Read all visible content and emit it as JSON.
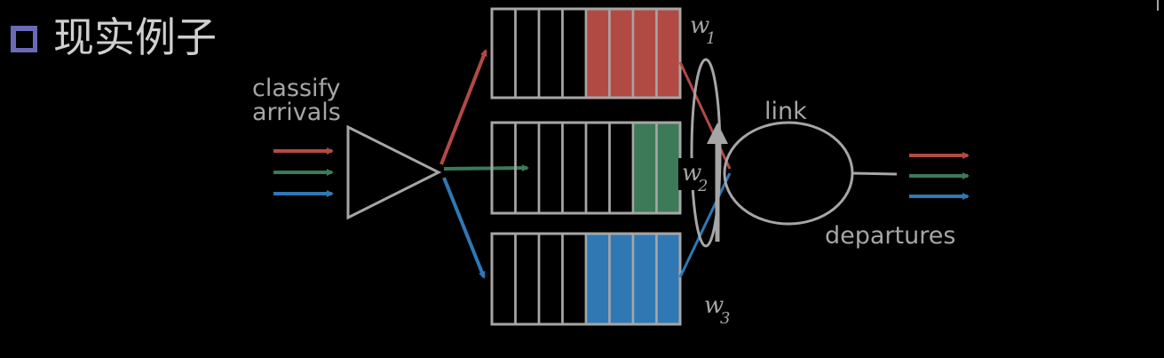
{
  "title": {
    "bullet_icon": "square-bullet-icon",
    "text": "现实例子"
  },
  "labels": {
    "classify_line1": "classify",
    "classify_line2": "arrivals",
    "link": "link",
    "departures": "departures"
  },
  "weights": [
    {
      "base": "w",
      "sub": "1"
    },
    {
      "base": "w",
      "sub": "2"
    },
    {
      "base": "w",
      "sub": "3"
    }
  ],
  "queues": [
    {
      "slots": 8,
      "filled": 4,
      "color": "#b24a44"
    },
    {
      "slots": 8,
      "filled": 2,
      "color": "#3d7a57"
    },
    {
      "slots": 8,
      "filled": 4,
      "color": "#2f78b4"
    }
  ],
  "colors": {
    "red": "#b24a44",
    "green": "#3d7a57",
    "blue": "#2f78b4",
    "outline": "#a6a6a6",
    "bullet": "#6a6ab8"
  }
}
